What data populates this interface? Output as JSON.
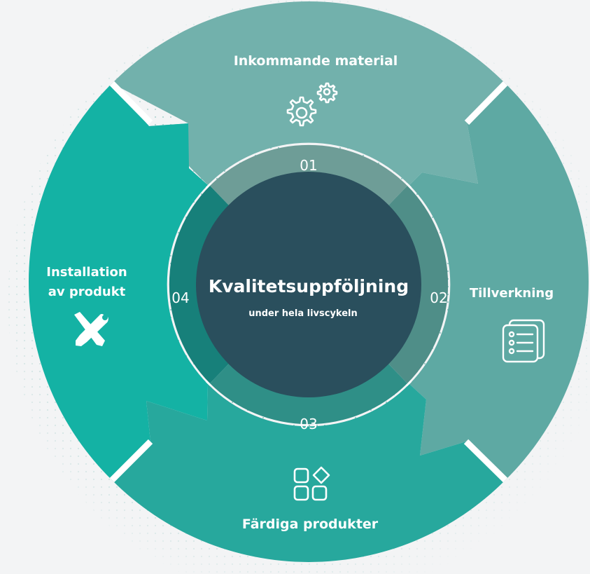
{
  "center": {
    "title": "Kvalitetsuppföljning",
    "subtitle": "under hela livscykeln"
  },
  "steps": [
    {
      "number": "01",
      "label_lines": [
        "Inkommande material"
      ],
      "icon": "gears-icon",
      "color": "#72b1ac"
    },
    {
      "number": "02",
      "label_lines": [
        "Tillverkning"
      ],
      "icon": "checklist-icon",
      "color": "#5ea9a3"
    },
    {
      "number": "03",
      "label_lines": [
        "Färdiga produkter"
      ],
      "icon": "apps-grid-icon",
      "color": "#27a89d"
    },
    {
      "number": "04",
      "label_lines": [
        "Installation",
        "av produkt"
      ],
      "icon": "tools-icon",
      "color": "#14b2a4"
    }
  ],
  "colors": {
    "inner_ring_top": "#6e9d97",
    "inner_ring_right": "#4f8e88",
    "inner_ring_bottom": "#2f8f87",
    "inner_ring_left": "#17807a",
    "center_disc": "#2a4f5d"
  }
}
